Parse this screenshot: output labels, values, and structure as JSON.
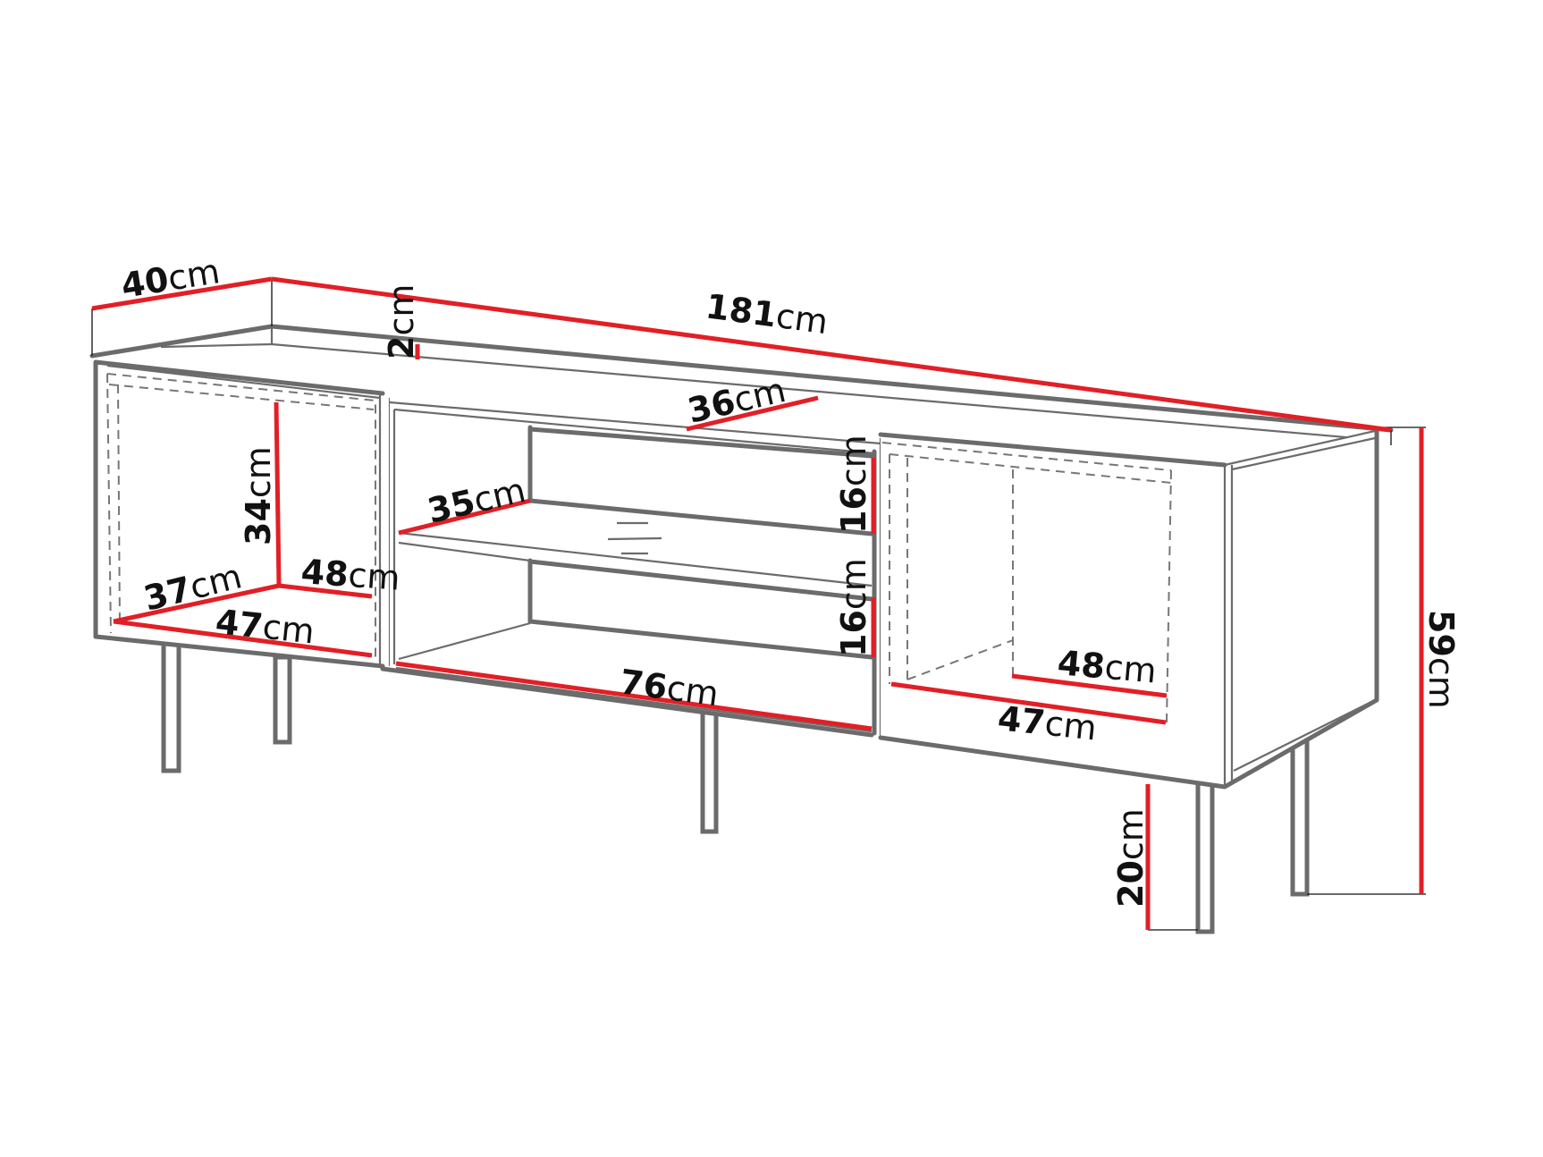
{
  "diagram": {
    "subject": "TV cabinet dimension drawing",
    "unit": "cm",
    "accent_color": "#e21f26",
    "outline_color": "#6b6b6b",
    "dimensions": {
      "depth_top": {
        "value": "40",
        "unit": "cm"
      },
      "top_thickness": {
        "value": "2",
        "unit": "cm"
      },
      "total_width": {
        "value": "181",
        "unit": "cm"
      },
      "center_depth_top": {
        "value": "36",
        "unit": "cm"
      },
      "center_shelf_depth": {
        "value": "35",
        "unit": "cm"
      },
      "center_upper_height": {
        "value": "16",
        "unit": "cm"
      },
      "center_lower_height": {
        "value": "16",
        "unit": "cm"
      },
      "center_width": {
        "value": "76",
        "unit": "cm"
      },
      "left_inner_height": {
        "value": "34",
        "unit": "cm"
      },
      "left_inner_depth": {
        "value": "37",
        "unit": "cm"
      },
      "left_back_width": {
        "value": "48",
        "unit": "cm"
      },
      "left_front_width": {
        "value": "47",
        "unit": "cm"
      },
      "right_back_width": {
        "value": "48",
        "unit": "cm"
      },
      "right_front_width": {
        "value": "47",
        "unit": "cm"
      },
      "leg_height": {
        "value": "20",
        "unit": "cm"
      },
      "total_height": {
        "value": "59",
        "unit": "cm"
      }
    }
  }
}
